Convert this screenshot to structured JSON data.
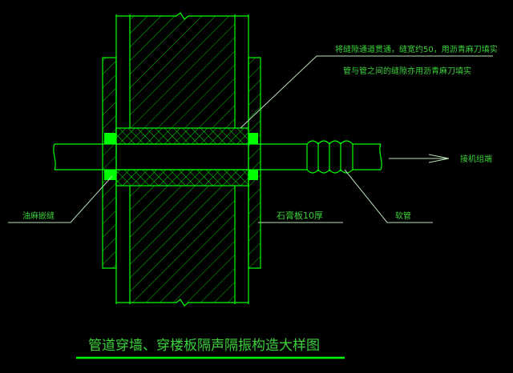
{
  "labels": {
    "note1": "将缝隙通道贯通，缝宽约50，用沥青麻刀填实",
    "note2": "管与管之间的缝隙亦用沥青麻刀填实",
    "oakum": "油麻嵌缝",
    "gypsum": "石膏板10厚",
    "hose": "软管",
    "unit_end": "接机组端",
    "title": "管道穿墙、穿楼板隔声隔振构造大样图"
  },
  "colors": {
    "line": "#00ff00",
    "text": "#3ad13a",
    "leader": "#b8e0b8",
    "background": "#000000"
  }
}
